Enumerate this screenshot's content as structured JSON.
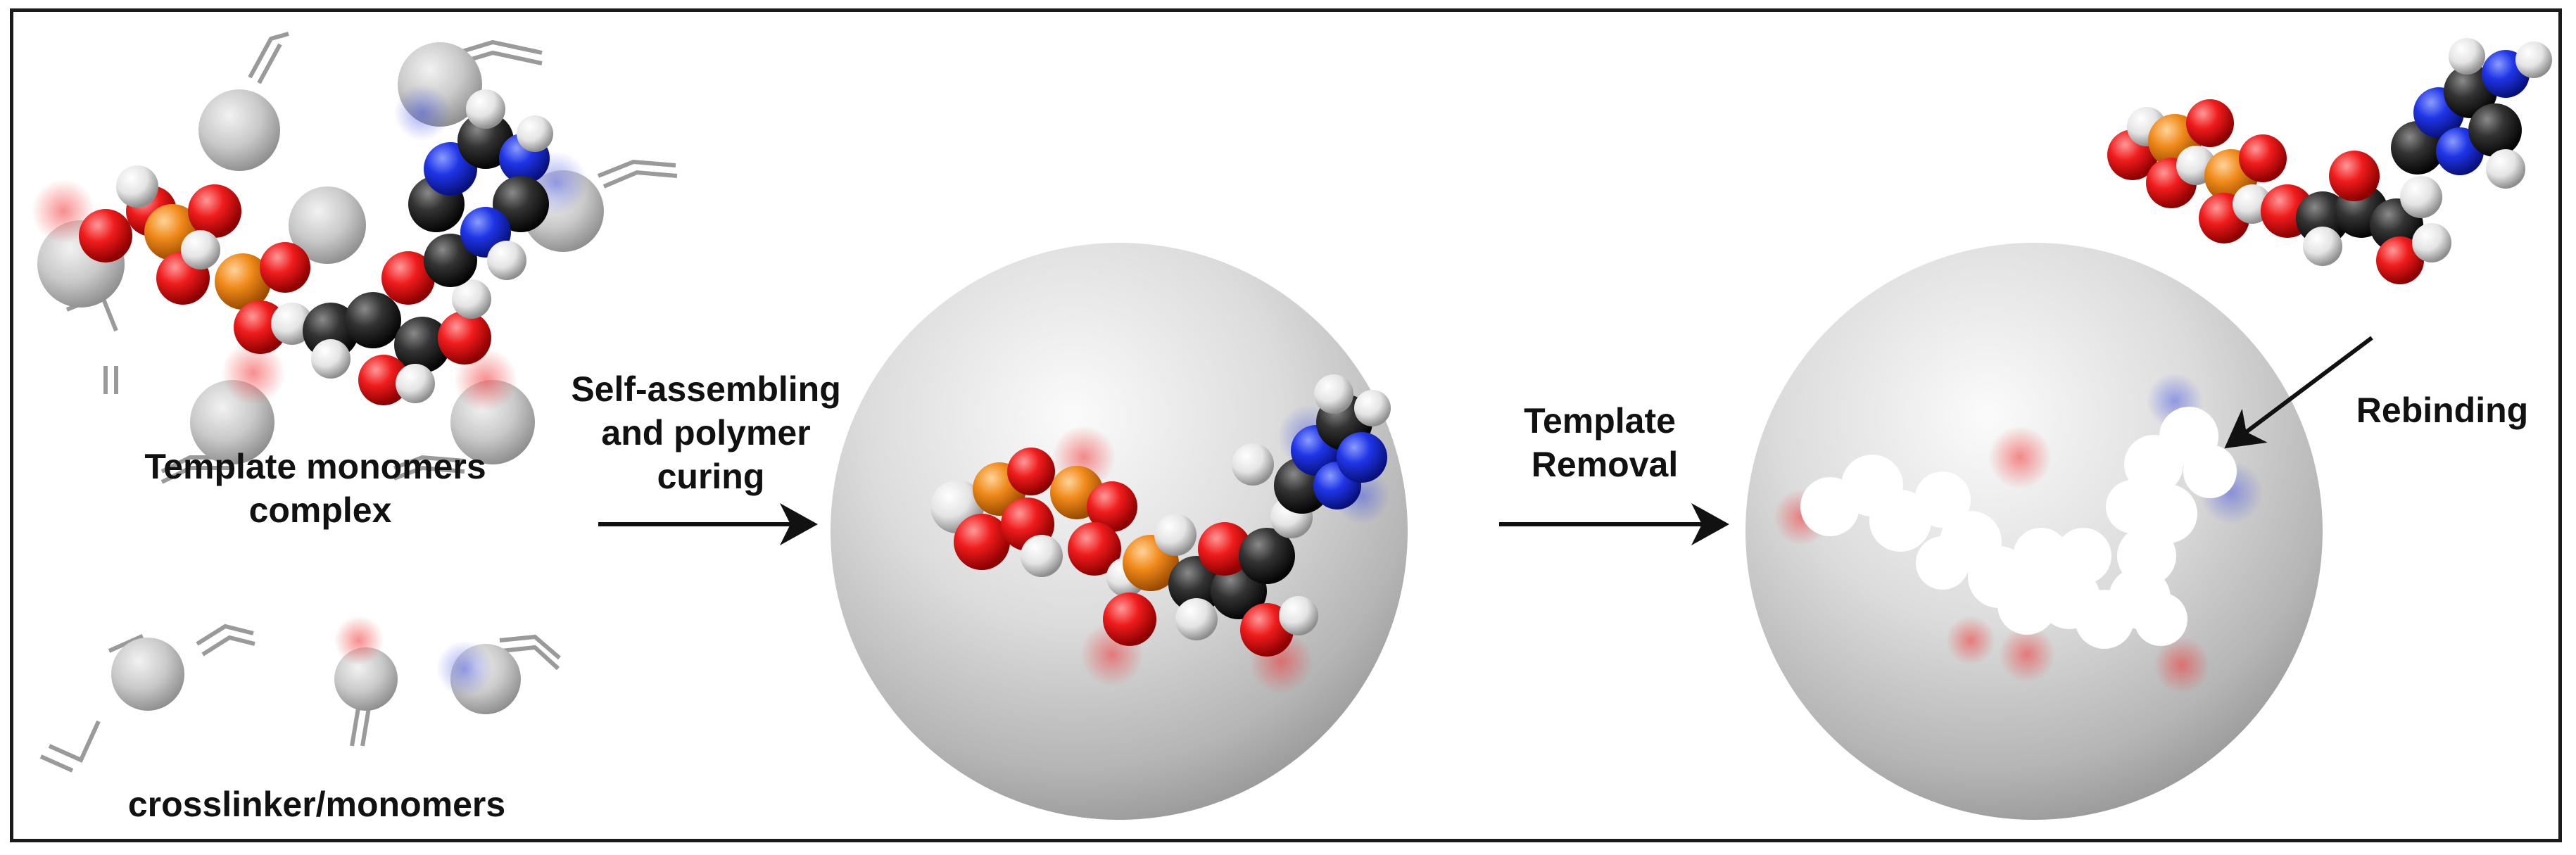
{
  "labels": {
    "complex_line1": "Template monomers",
    "complex_line2": "complex",
    "crosslinker": "crosslinker/monomers",
    "step1_line1": "Self-assembling",
    "step1_line2": "and polymer",
    "step1_line3": "curing",
    "step2_line1": "Template",
    "step2_line2": "Removal",
    "rebinding": "Rebinding"
  },
  "colors": {
    "oxygen": "#e81010",
    "phosphorus": "#e8891a",
    "carbon": "#2a2a2a",
    "nitrogen": "#1a30e0",
    "hydrogen": "#e6e6e6",
    "monomer_gray": "#c8c8c8",
    "polymer_sphere": "#d4d4d4",
    "cavity": "#ffffff",
    "arrow": "#111111"
  },
  "icons": {
    "arrow_1": "right-arrow-icon",
    "arrow_2": "right-arrow-icon",
    "arrow_3": "rebinding-arrow-icon"
  }
}
